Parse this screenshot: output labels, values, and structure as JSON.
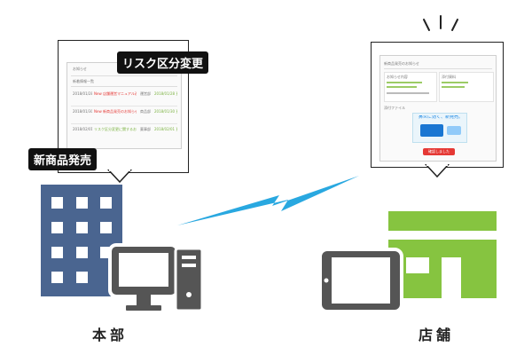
{
  "hq": {
    "screen": {
      "title_stub": "お知らせ",
      "section_label": "新着情報一覧",
      "rows": [
        {
          "date": "2018/01/28",
          "text": "New 店舗運営マニュアル改訂のお知らせ",
          "tag": "運営部",
          "note": "2018/01/28 更新"
        },
        {
          "date": "2018/01/30",
          "text": "New 新商品発売のお知らせ",
          "tag": "商品部",
          "note": "2018/01/30 更新"
        },
        {
          "date": "2018/02/01",
          "text": "リスク区分変更に関するお知らせ",
          "tag": "薬事部",
          "note": "2018/02/01 更新"
        }
      ]
    },
    "tag_risk": "リスク区分変更",
    "tag_new_product": "新商品発売",
    "label": "本部",
    "color": "#4a6590"
  },
  "store": {
    "screen": {
      "header": "新商品発売のお知らせ",
      "info_left": "お知らせ内容",
      "info_right": "添付資料",
      "attachment_label": "添付ファイル",
      "product_copy": "鼻炎に効く、新発売。",
      "button_label": "確認しました"
    },
    "label": "店舗",
    "color": "#86c440"
  },
  "colors": {
    "signal": "#29a8e0",
    "device": "#555555",
    "outline": "#222222"
  },
  "icons": [
    "building-icon",
    "monitor-icon",
    "pc-tower-icon",
    "store-icon",
    "tablet-icon",
    "signal-icon",
    "alert-marks-icon"
  ]
}
